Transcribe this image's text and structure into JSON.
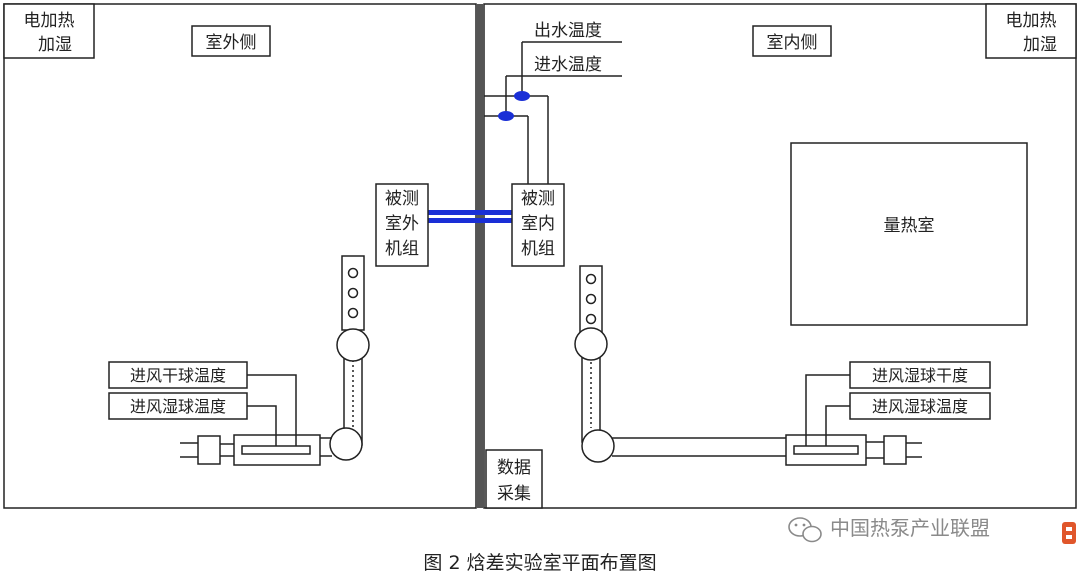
{
  "labels": {
    "outdoor_heater": [
      "电加热",
      "加湿"
    ],
    "outdoor_side": "室外侧",
    "indoor_side": "室内侧",
    "indoor_heater": [
      "电加热",
      "加湿"
    ],
    "outlet_water_temp": "出水温度",
    "inlet_water_temp": "进水温度",
    "outdoor_unit": [
      "被测",
      "室外",
      "机组"
    ],
    "indoor_unit": [
      "被测",
      "室内",
      "机组"
    ],
    "calorimeter": "量热室",
    "outdoor_dry_bulb": "进风干球温度",
    "outdoor_wet_bulb": "进风湿球温度",
    "indoor_dry_bulb": "进风湿球干度",
    "indoor_wet_bulb": "进风湿球温度",
    "data_acquisition": [
      "数据",
      "采集"
    ]
  },
  "caption": "图 2  焓差实验室平面布置图",
  "watermark": "中国热泵产业联盟",
  "colors": {
    "line": "#222222",
    "pipe": "#1a2fd6",
    "wall": "#555555",
    "watermark": "#8a8a8a"
  },
  "icons": {
    "watermark_logo": "wechat-icon"
  }
}
